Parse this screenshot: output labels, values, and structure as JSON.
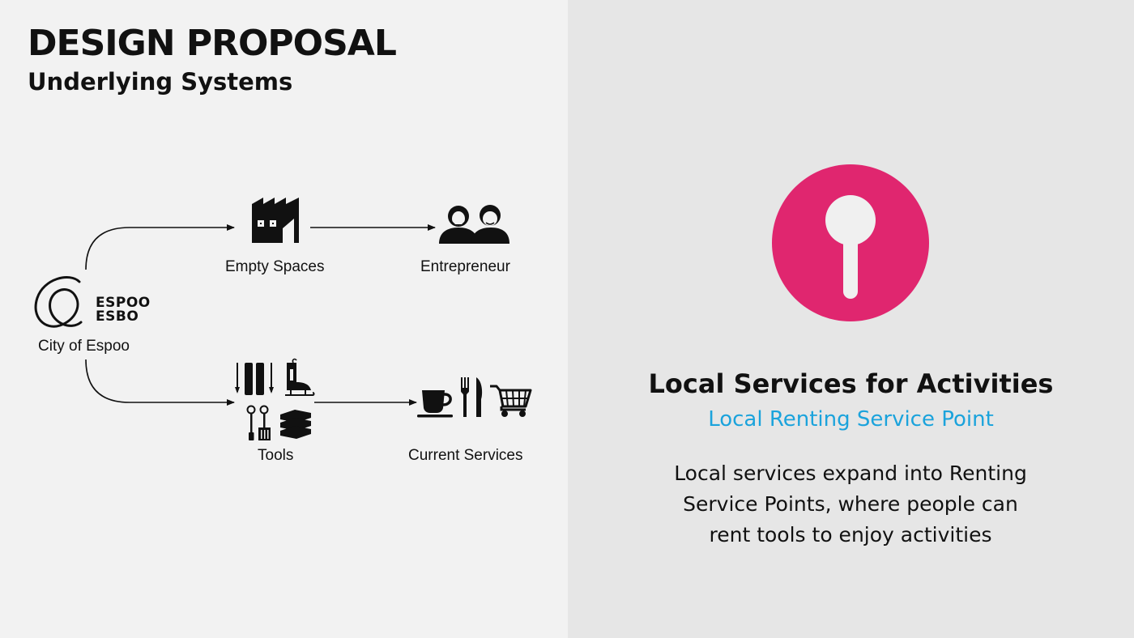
{
  "header": {
    "title": "DESIGN PROPOSAL",
    "subtitle": "Underlying Systems"
  },
  "diagram": {
    "nodes": {
      "city": {
        "label": "City of Espoo",
        "logo_lines": [
          "ESPOO",
          "ESBO"
        ],
        "icon": "espoo-logo"
      },
      "empty_spaces": {
        "label": "Empty Spaces",
        "icon": "factory-icon"
      },
      "entrepreneur": {
        "label": "Entrepreneur",
        "icon": "people-icon"
      },
      "tools": {
        "label": "Tools",
        "icon": "tools-icons"
      },
      "current_services": {
        "label": "Current Services",
        "icon": "services-icons"
      }
    },
    "edges": [
      [
        "city",
        "empty_spaces"
      ],
      [
        "empty_spaces",
        "entrepreneur"
      ],
      [
        "city",
        "tools"
      ],
      [
        "tools",
        "current_services"
      ]
    ]
  },
  "detail": {
    "icon": "map-pin-icon",
    "accent_color": "#e0266f",
    "title": "Local Services for Activities",
    "subtitle": "Local Renting Service Point",
    "subtitle_color": "#1ba3dc",
    "description": "Local services expand into Renting Service Points, where people can rent tools to enjoy activities"
  }
}
